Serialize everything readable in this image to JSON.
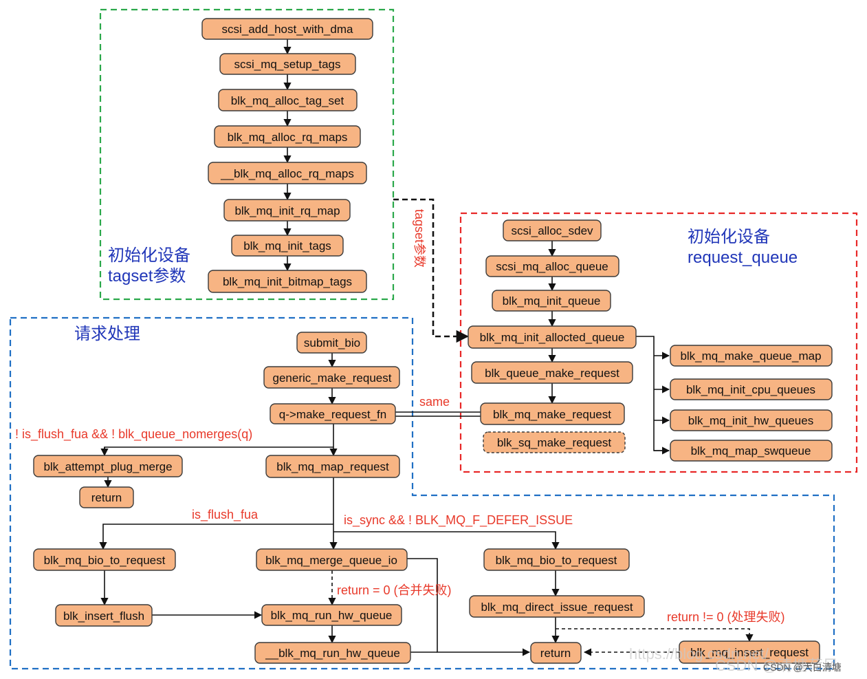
{
  "colors": {
    "node_fill": "#f7b483",
    "green_group": "#2aa84a",
    "red_group": "#e82727",
    "blue_group": "#1f6fc4",
    "label_blue": "#2036b8",
    "label_red": "#e8392a"
  },
  "groups": {
    "tagset": {
      "label_line1": "初始化设备",
      "label_line2": "tagset参数"
    },
    "request_queue": {
      "label_line1": "初始化设备",
      "label_line2": "request_queue"
    },
    "request_handling": {
      "label": "请求处理"
    }
  },
  "nodes": {
    "scsi_add_host_with_dma": "scsi_add_host_with_dma",
    "scsi_mq_setup_tags": "scsi_mq_setup_tags",
    "blk_mq_alloc_tag_set": "blk_mq_alloc_tag_set",
    "blk_mq_alloc_rq_maps": "blk_mq_alloc_rq_maps",
    "__blk_mq_alloc_rq_maps": "__blk_mq_alloc_rq_maps",
    "blk_mq_init_rq_map": "blk_mq_init_rq_map",
    "blk_mq_init_tags": "blk_mq_init_tags",
    "blk_mq_init_bitmap_tags": "blk_mq_init_bitmap_tags",
    "scsi_alloc_sdev": "scsi_alloc_sdev",
    "scsi_mq_alloc_queue": "scsi_mq_alloc_queue",
    "blk_mq_init_queue": "blk_mq_init_queue",
    "blk_mq_init_allocted_queue": "blk_mq_init_allocted_queue",
    "blk_queue_make_request": "blk_queue_make_request",
    "blk_mq_make_request_rq": "blk_mq_make_request",
    "blk_sq_make_request": "blk_sq_make_request",
    "blk_mq_make_queue_map": "blk_mq_make_queue_map",
    "blk_mq_init_cpu_queues": "blk_mq_init_cpu_queues",
    "blk_mq_init_hw_queues": "blk_mq_init_hw_queues",
    "blk_mq_map_swqueue": "blk_mq_map_swqueue",
    "submit_bio": "submit_bio",
    "generic_make_request": "generic_make_request",
    "q_make_request_fn": "q->make_request_fn",
    "blk_attempt_plug_merge": "blk_attempt_plug_merge",
    "return_plug": "return",
    "blk_mq_map_request": "blk_mq_map_request",
    "blk_mq_bio_to_request_left": "blk_mq_bio_to_request",
    "blk_insert_flush": "blk_insert_flush",
    "blk_mq_merge_queue_io": "blk_mq_merge_queue_io",
    "blk_mq_run_hw_queue": "blk_mq_run_hw_queue",
    "__blk_mq_run_hw_queue": "__blk_mq_run_hw_queue",
    "blk_mq_bio_to_request_right": "blk_mq_bio_to_request",
    "blk_mq_direct_issue_request": "blk_mq_direct_issue_request",
    "return_final": "return",
    "blk_mq_insert_request": "blk_mq_insert_request"
  },
  "edge_labels": {
    "tagset_param": "tagset参数",
    "same": "same",
    "not_flush_fua": "! is_flush_fua && ! blk_queue_nomerges(q)",
    "is_flush_fua": "is_flush_fua",
    "is_sync": "is_sync && ! BLK_MQ_F_DEFER_ISSUE",
    "return_zero": "return = 0 (合并失败)",
    "return_nonzero": "return != 0 (处理失败)"
  },
  "watermark": {
    "csdn": "CSDN @清塘荷风",
    "blog_url": "https://blog.csdn.net/",
    "small": "CSDN @大白清塘"
  }
}
